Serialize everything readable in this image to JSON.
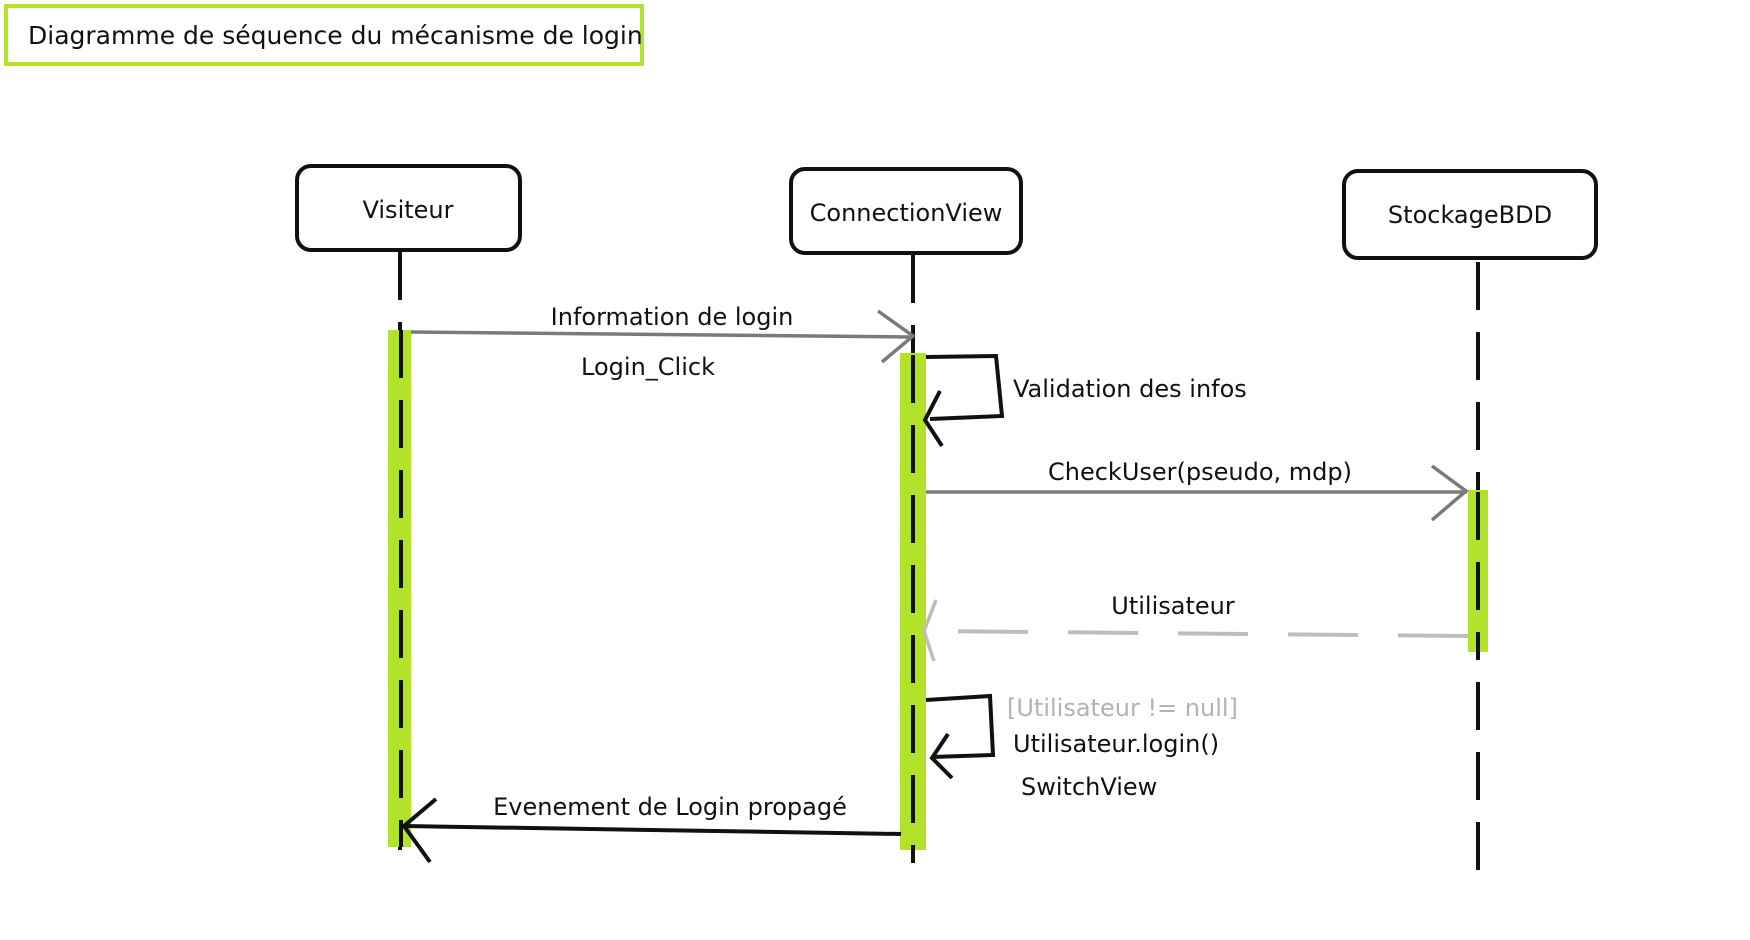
{
  "title": "Diagramme de séquence du mécanisme de login",
  "colors": {
    "activation": "#b3e22a",
    "title_border": "#b3e22a",
    "line": "#111111",
    "sync_arrow": "#7a7a7a",
    "return_arrow": "#bdbdbd",
    "guard_text": "#b3b3b3"
  },
  "participants": [
    {
      "id": "visiteur",
      "label": "Visiteur"
    },
    {
      "id": "connectionview",
      "label": "ConnectionView"
    },
    {
      "id": "stockagebdd",
      "label": "StockageBDD"
    }
  ],
  "messages": [
    {
      "id": "m1",
      "from": "visiteur",
      "to": "connectionview",
      "kind": "sync",
      "label": "Information de login",
      "sublabel": "Login_Click"
    },
    {
      "id": "m2",
      "from": "connectionview",
      "to": "connectionview",
      "kind": "self",
      "label": "Validation des infos"
    },
    {
      "id": "m3",
      "from": "connectionview",
      "to": "stockagebdd",
      "kind": "sync",
      "label": "CheckUser(pseudo, mdp)"
    },
    {
      "id": "m4",
      "from": "stockagebdd",
      "to": "connectionview",
      "kind": "return",
      "label": "Utilisateur"
    },
    {
      "id": "m5",
      "from": "connectionview",
      "to": "connectionview",
      "kind": "self",
      "guard": "[Utilisateur != null]",
      "label": "Utilisateur.login()",
      "sublabel": "SwitchView"
    },
    {
      "id": "m6",
      "from": "connectionview",
      "to": "visiteur",
      "kind": "sync",
      "label": "Evenement de Login propagé"
    }
  ]
}
